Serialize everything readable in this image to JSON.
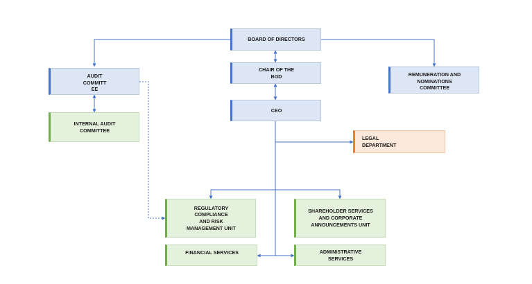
{
  "chart": {
    "nodes": {
      "board": "BOARD OF DIRECTORS",
      "chair": "CHAIR OF THE\nBOD",
      "ceo": "CEO",
      "audit": "AUDIT\nCOMMITT\nEE",
      "remuneration": "REMUNERATION AND\nNOMINATIONS\nCOMMITTEE",
      "internal_audit": "INTERNAL AUDIT\nCOMMITTEE",
      "legal": "LEGAL\nDEPARTMENT",
      "regulatory": "REGULATORY\nCOMPLIANCE\nAND RISK\nMANAGEMENT UNIT",
      "shareholder": "SHAREHOLDER SERVICES\nAND CORPORATE\nANNOUNCEMENTS UNIT",
      "financial": "FINANCIAL SERVICES",
      "administrative": "ADMINISTRATIVE\nSERVICES"
    },
    "colors": {
      "connector": "#4472c4",
      "blue_accent": "#4472c4",
      "green_accent": "#70ad47",
      "orange_accent": "#ed7d31"
    }
  }
}
